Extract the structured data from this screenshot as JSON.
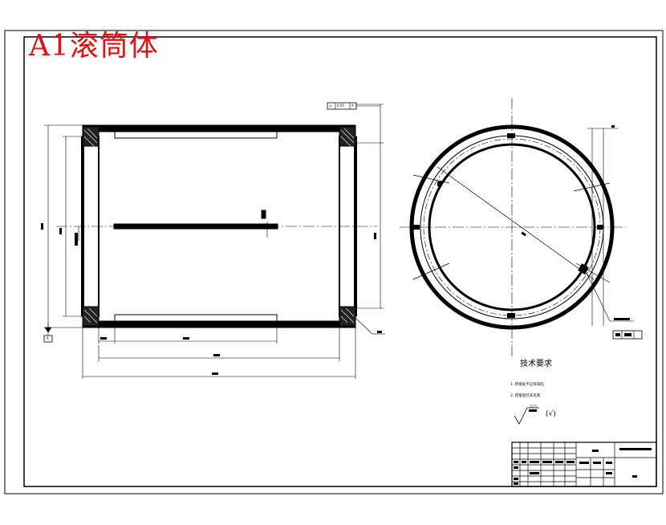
{
  "drawing": {
    "title": "A1滚筒体",
    "datum_label": "A",
    "tech_requirements": {
      "heading": "技术要求",
      "items": [
        "1. 焊接处不应有缺陷",
        "2. 焊接后打去毛刺"
      ],
      "roughness_value": "12.5",
      "roughness_suffix": "(√)"
    },
    "tolerance_frame": {
      "symbol": "◎",
      "value": "0.05",
      "datum": "A"
    },
    "colors": {
      "title": "#e01010",
      "line": "#000000",
      "center_line": "#000000"
    }
  }
}
